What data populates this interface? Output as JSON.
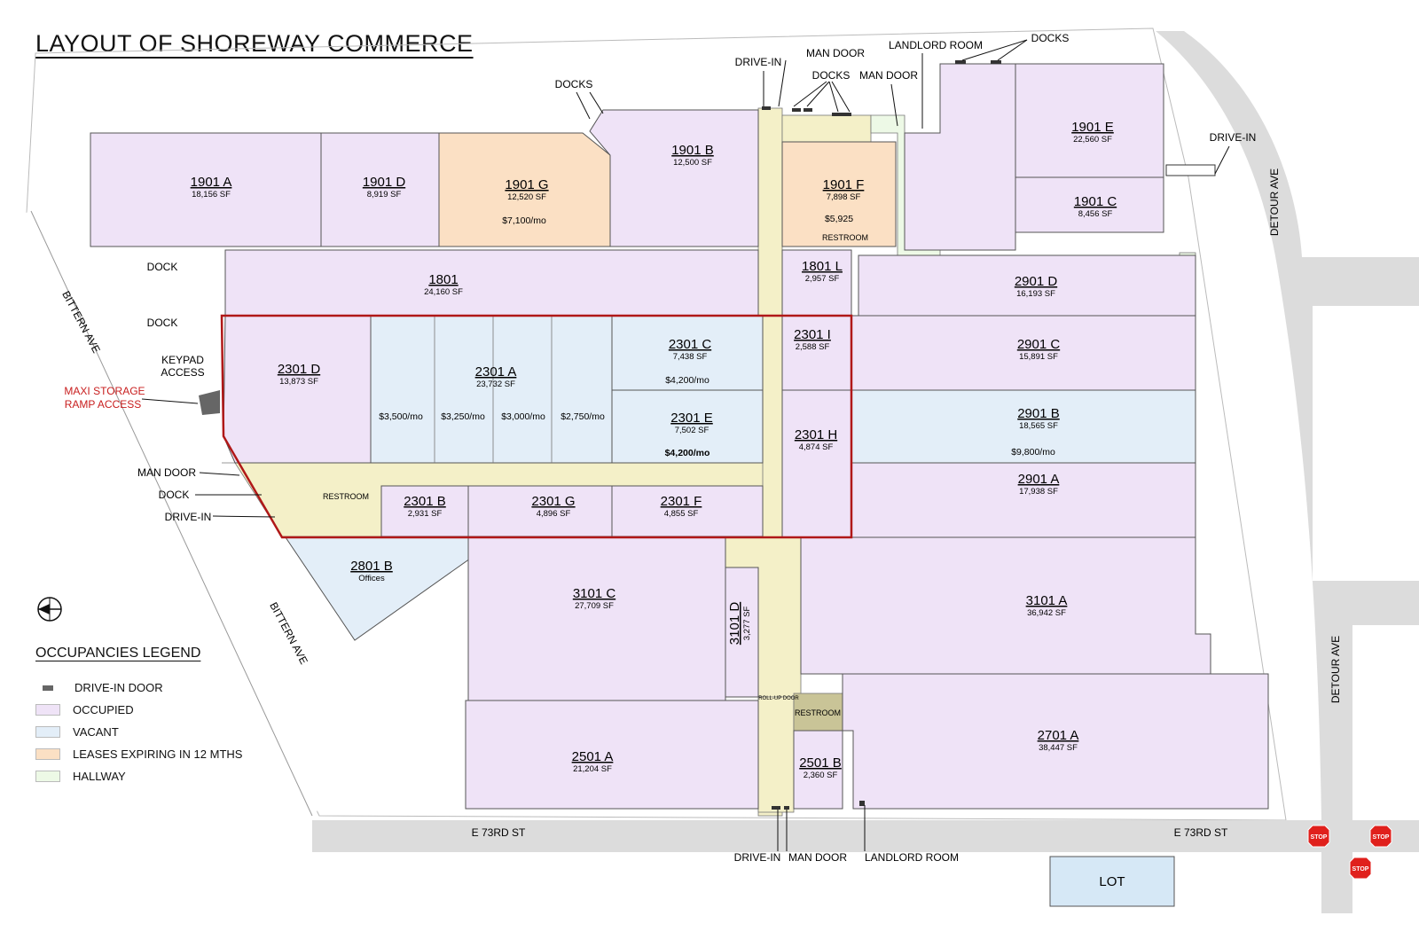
{
  "title": "LAYOUT OF SHOREWAY COMMERCE",
  "colors": {
    "occupied": "#efe3f7",
    "vacant": "#e3eef8",
    "expiring": "#fbe0c4",
    "hallway": "#edf9e6",
    "common": "#f4f0c8",
    "restroom_block": "#c9c497",
    "highlight_border": "#b01818",
    "road": "#dcdcdc",
    "lot": "#d6e8f6",
    "stop": "#e0201c",
    "red_text": "#c81e1e"
  },
  "units": [
    {
      "id": "u1901a",
      "name": "1901 A",
      "sf": "18,156 SF",
      "status": "occupied"
    },
    {
      "id": "u1901d",
      "name": "1901 D",
      "sf": "8,919 SF",
      "status": "occupied"
    },
    {
      "id": "u1901g",
      "name": "1901 G",
      "sf": "12,520 SF",
      "status": "expiring",
      "rent": "$7,100/mo"
    },
    {
      "id": "u1901b",
      "name": "1901 B",
      "sf": "12,500 SF",
      "status": "occupied"
    },
    {
      "id": "u1901f",
      "name": "1901 F",
      "sf": "7,898 SF",
      "status": "expiring",
      "rent": "$5,925"
    },
    {
      "id": "u1901e",
      "name": "1901 E",
      "sf": "22,560 SF",
      "status": "occupied"
    },
    {
      "id": "u1901c",
      "name": "1901 C",
      "sf": "8,456 SF",
      "status": "occupied"
    },
    {
      "id": "u1801",
      "name": "1801",
      "sf": "24,160 SF",
      "status": "occupied"
    },
    {
      "id": "u1801l",
      "name": "1801 L",
      "sf": "2,957 SF",
      "status": "occupied"
    },
    {
      "id": "u2901d",
      "name": "2901 D",
      "sf": "16,193 SF",
      "status": "occupied"
    },
    {
      "id": "u2301d",
      "name": "2301 D",
      "sf": "13,873 SF",
      "status": "occupied"
    },
    {
      "id": "u2301a",
      "name": "2301 A",
      "sf": "23,732 SF",
      "status": "vacant"
    },
    {
      "id": "u2301c",
      "name": "2301 C",
      "sf": "7,438 SF",
      "status": "vacant",
      "rent": "$4,200/mo"
    },
    {
      "id": "u2301i",
      "name": "2301 I",
      "sf": "2,588 SF",
      "status": "occupied"
    },
    {
      "id": "u2901c",
      "name": "2901 C",
      "sf": "15,891 SF",
      "status": "occupied"
    },
    {
      "id": "u2301e",
      "name": "2301 E",
      "sf": "7,502 SF",
      "status": "vacant",
      "rent": "$4,200/mo"
    },
    {
      "id": "u2301h",
      "name": "2301 H",
      "sf": "4,874 SF",
      "status": "occupied"
    },
    {
      "id": "u2901b",
      "name": "2901 B",
      "sf": "18,565 SF",
      "status": "vacant",
      "rent": "$9,800/mo"
    },
    {
      "id": "u2301b",
      "name": "2301 B",
      "sf": "2,931 SF",
      "status": "occupied"
    },
    {
      "id": "u2301g",
      "name": "2301 G",
      "sf": "4,896 SF",
      "status": "occupied"
    },
    {
      "id": "u2301f",
      "name": "2301 F",
      "sf": "4,855 SF",
      "status": "occupied"
    },
    {
      "id": "u2901a",
      "name": "2901 A",
      "sf": "17,938 SF",
      "status": "occupied"
    },
    {
      "id": "u2801b",
      "name": "2801 B",
      "sf": "Offices",
      "status": "vacant"
    },
    {
      "id": "u3101c",
      "name": "3101 C",
      "sf": "27,709 SF",
      "status": "occupied"
    },
    {
      "id": "u3101d",
      "name": "3101 D",
      "sf": "3,277 SF",
      "status": "occupied"
    },
    {
      "id": "u3101a",
      "name": "3101 A",
      "sf": "36,942 SF",
      "status": "occupied"
    },
    {
      "id": "u2501a",
      "name": "2501 A",
      "sf": "21,204 SF",
      "status": "occupied"
    },
    {
      "id": "u2501b",
      "name": "2501 B",
      "sf": "2,360 SF",
      "status": "occupied"
    },
    {
      "id": "u2701a",
      "name": "2701 A",
      "sf": "38,447 SF",
      "status": "occupied"
    }
  ],
  "subunit_rents": [
    "$3,500/mo",
    "$3,250/mo",
    "$3,000/mo",
    "$2,750/mo"
  ],
  "labels": {
    "restroom": "RESTROOM",
    "roll_up_door": "ROLL-UP DOOR",
    "dock": "DOCK",
    "docks": "DOCKS",
    "drive_in": "DRIVE-IN",
    "man_door": "MAN DOOR",
    "landlord_room": "LANDLORD ROOM",
    "keypad_line1": "KEYPAD",
    "keypad_line2": "ACCESS",
    "maxi_line1": "MAXI STORAGE",
    "maxi_line2": "RAMP ACCESS",
    "stop": "STOP",
    "lot": "LOT"
  },
  "streets": {
    "bittern": "BITTERN AVE",
    "detour": "DETOUR AVE",
    "e73rd": "E 73RD ST"
  },
  "legend": {
    "title": "OCCUPANCIES LEGEND",
    "items": [
      {
        "label": "DRIVE-IN DOOR",
        "swatch": "door"
      },
      {
        "label": "OCCUPIED",
        "swatch": "occupied"
      },
      {
        "label": "VACANT",
        "swatch": "vacant"
      },
      {
        "label": "LEASES EXPIRING IN 12 MTHS",
        "swatch": "expiring"
      },
      {
        "label": "HALLWAY",
        "swatch": "hallway"
      }
    ]
  },
  "icons": {
    "north": "north-arrow-icon",
    "stop": "stop-sign-icon",
    "drive_in": "drive-in-door-icon"
  }
}
